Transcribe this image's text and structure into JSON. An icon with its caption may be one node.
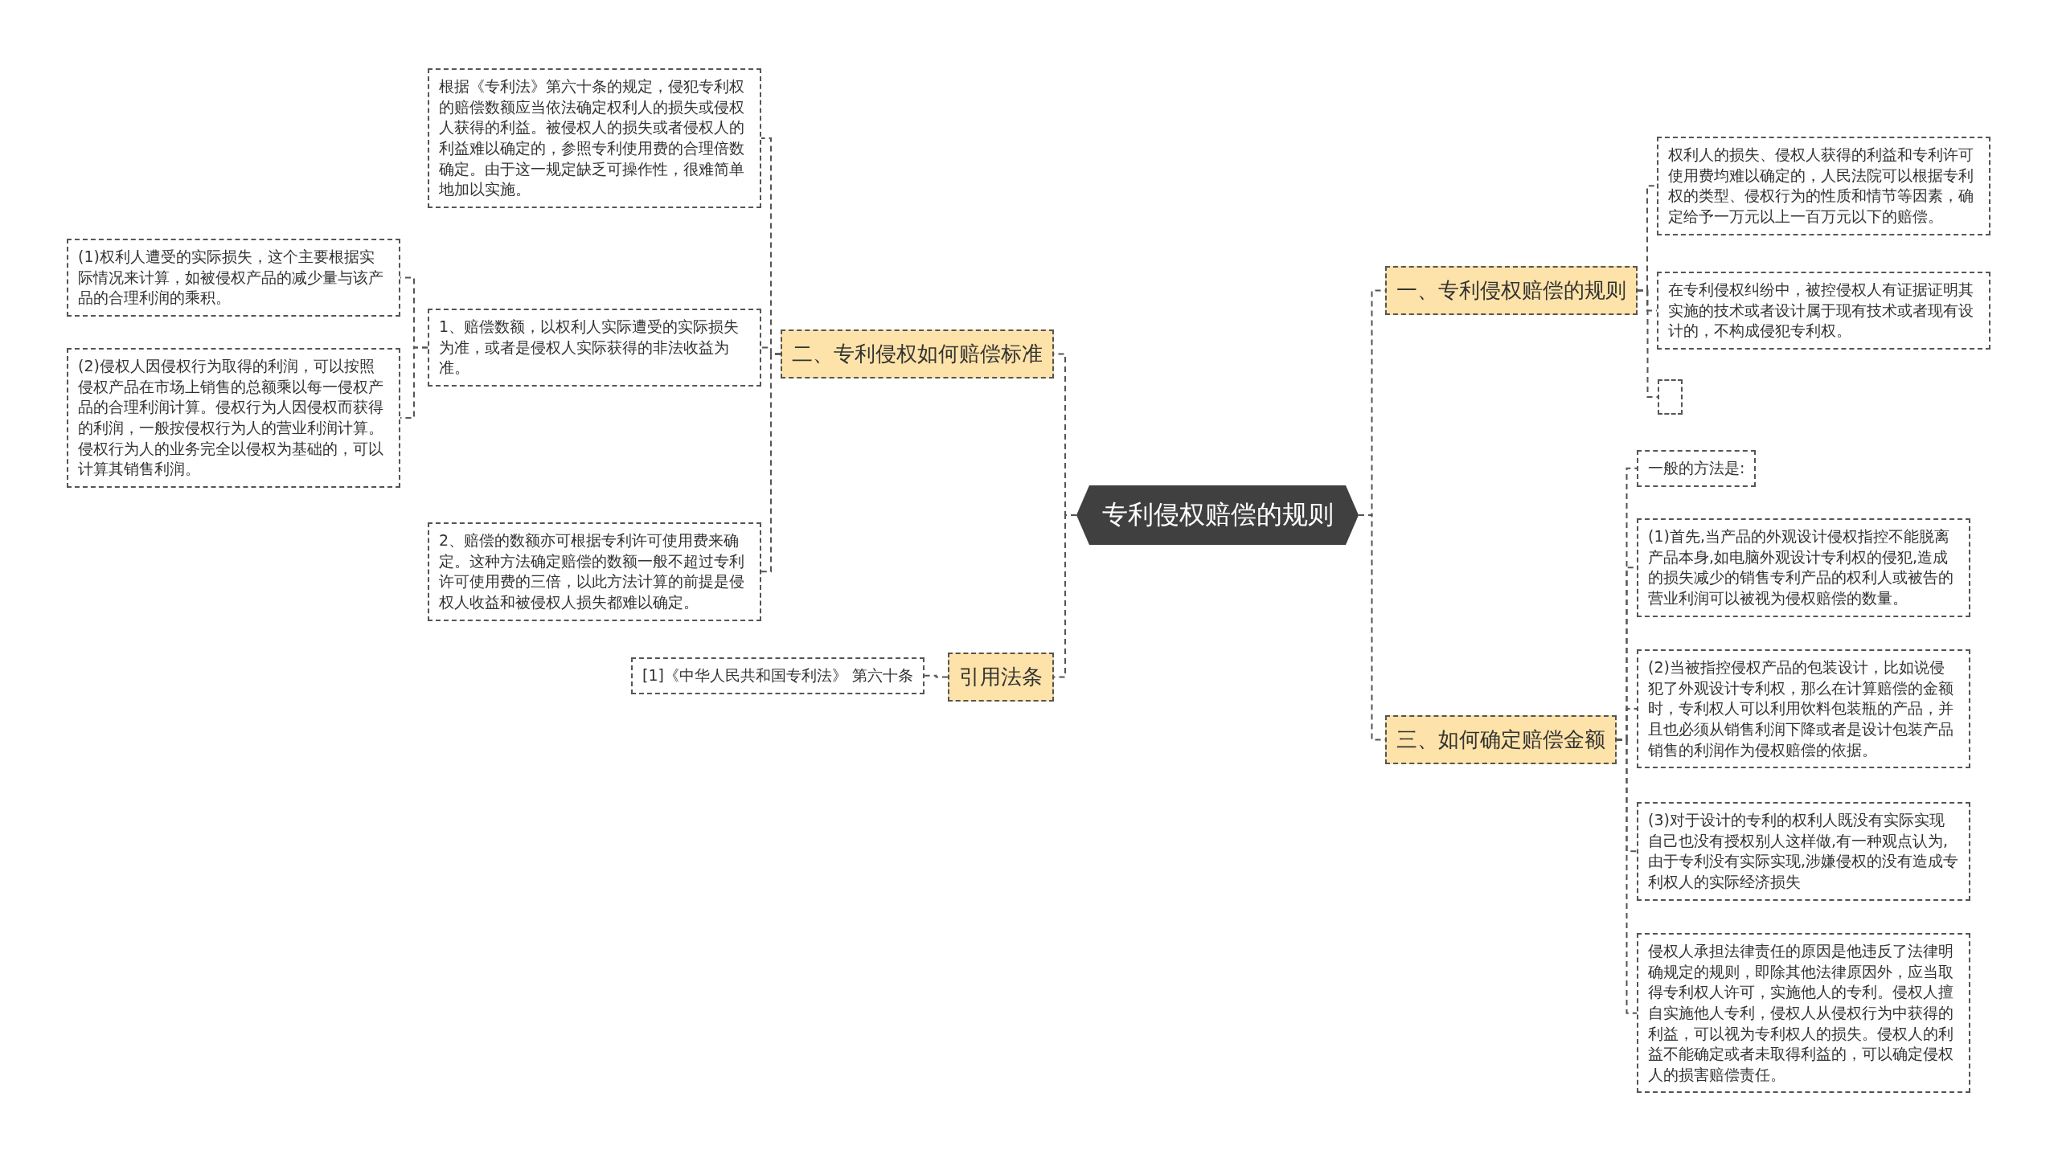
{
  "diagram": {
    "nodes": [
      {
        "text": [
          "专利侵权赔偿的规则"
        ]
      },
      {
        "text": [
          "二、专利侵权如何赔偿标准"
        ]
      },
      {
        "text": [
          "根据《专利法》第六十条的规定，侵犯专利权的赔偿数额应当依法确定权利人的损失或侵权人获得的利益。被侵权人的损失或者侵权人的利益难以确定的，参照专利使用费的合理倍数确定。由于这一规定缺乏可操作性，很难简单地加以实施。"
        ]
      },
      {
        "text": [
          "1、赔偿数额，以权利人实际遭受的实际损失为准，或者是侵权人实际获得的非法收益为准。"
        ]
      },
      {
        "text": [
          "(1)权利人遭受的实际损失，这个主要根据实际情况来计算，如被侵权产品的减少量与该产品的合理利润的乘积。"
        ]
      },
      {
        "text": [
          "(2)侵权人因侵权行为取得的利润，可以按照侵权产品在市场上销售的总额乘以每一侵权产品的合理利润计算。侵权行为人因侵权而获得的利润，一般按侵权行为人的营业利润计算。侵权行为人的业务完全以侵权为基础的，可以计算其销售利润。"
        ]
      },
      {
        "text": [
          "2、赔偿的数额亦可根据专利许可使用费来确定。这种方法确定赔偿的数额一般不超过专利许可使用费的三倍，以此方法计算的前提是侵权人收益和被侵权人损失都难以确定。"
        ]
      },
      {
        "text": [
          "引用法条"
        ]
      },
      {
        "text": [
          "[1]《中华人民共和国专利法》 第六十条"
        ]
      },
      {
        "text": [
          "一、专利侵权赔偿的规则"
        ]
      },
      {
        "text": [
          "权利人的损失、侵权人获得的利益和专利许可使用费均难以确定的，人民法院可以根据专利权的类型、侵权行为的性质和情节等因素，确定给予一万元以上一百万元以下的赔偿。"
        ]
      },
      {
        "text": [
          "在专利侵权纠纷中，被控侵权人有证据证明其实施的技术或者设计属于现有技术或者现有设计的，不构成侵犯专利权。"
        ]
      },
      {
        "text": [],
        "shape": "box"
      },
      {
        "text": [
          "三、如何确定赔偿金额"
        ]
      },
      {
        "text": [
          "一般的方法是:"
        ]
      },
      {
        "text": [
          "(1)首先,当产品的外观设计侵权指控不能脱离产品本身,如电脑外观设计专利权的侵犯,造成的损失减少的销售专利产品的权利人或被告的营业利润可以被视为侵权赔偿的数量。"
        ]
      },
      {
        "text": [
          "(2)当被指控侵权产品的包装设计，比如说侵犯了外观设计专利权，那么在计算赔偿的金额时，专利权人可以利用饮料包装瓶的产品，并且也必须从销售利润下降或者是设计包装产品销售的利润作为侵权赔偿的依据。"
        ]
      },
      {
        "text": [
          "(3)对于设计的专利的权利人既没有实际实现自己也没有授权别人这样做,有一种观点认为,由于专利没有实际实现,涉嫌侵权的没有造成专利权人的实际经济损失"
        ]
      },
      {
        "text": [
          "侵权人承担法律责任的原因是他违反了法律明确规定的规则，即除其他法律原因外，应当取得专利权人许可，实施他人的专利。侵权人擅自实施他人专利，侵权人从侵权行为中获得的利益，可以视为专利权人的损失。侵权人的利益不能确定或者未取得利益的，可以确定侵权人的损害赔偿责任。"
        ]
      }
    ],
    "edges": [
      {
        "from": 0,
        "to": 1,
        "arrow": "none"
      },
      {
        "from": 1,
        "to": 2,
        "arrow": "none"
      },
      {
        "from": 1,
        "to": 3,
        "arrow": "none"
      },
      {
        "from": 3,
        "to": 4,
        "arrow": "none"
      },
      {
        "from": 3,
        "to": 5,
        "arrow": "none"
      },
      {
        "from": 1,
        "to": 6,
        "arrow": "none"
      },
      {
        "from": 0,
        "to": 7,
        "arrow": "none"
      },
      {
        "from": 7,
        "to": 8,
        "arrow": "none"
      },
      {
        "from": 0,
        "to": 9,
        "arrow": "none"
      },
      {
        "from": 9,
        "to": 10,
        "arrow": "none"
      },
      {
        "from": 9,
        "to": 11,
        "arrow": "none"
      },
      {
        "from": 9,
        "to": 12,
        "arrow": "none"
      },
      {
        "from": 0,
        "to": 13,
        "arrow": "none"
      },
      {
        "from": 13,
        "to": 14,
        "arrow": "none"
      },
      {
        "from": 13,
        "to": 15,
        "arrow": "none"
      },
      {
        "from": 13,
        "to": 16,
        "arrow": "none"
      },
      {
        "from": 13,
        "to": 17,
        "arrow": "none"
      },
      {
        "from": 13,
        "to": 18,
        "arrow": "none"
      }
    ]
  }
}
